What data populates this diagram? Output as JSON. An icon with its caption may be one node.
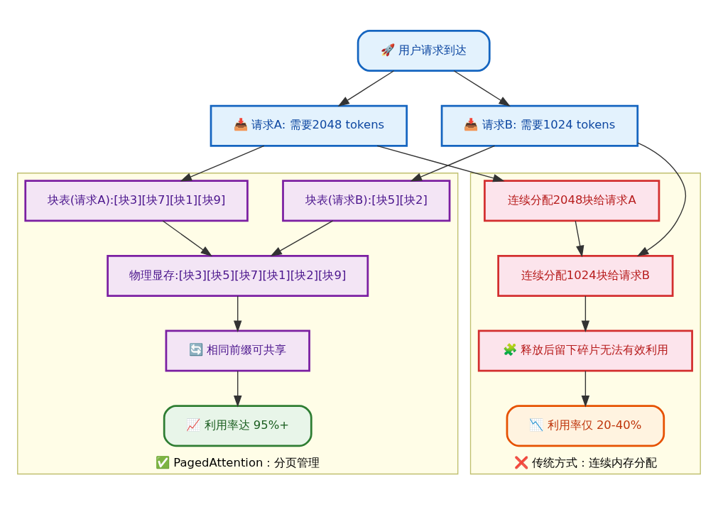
{
  "diagram": {
    "nodes": [
      {
        "text": [
          "🚀 用户请求到达"
        ]
      },
      {
        "text": [
          "📥 请求A: 需要2048 tokens"
        ]
      },
      {
        "text": [
          "📥 请求B: 需要1024 tokens"
        ]
      },
      {
        "text": [
          "✅ PagedAttention：分页管理"
        ]
      },
      {
        "text": [
          "块表(请求A):[块3][块7][块1][块9]"
        ],
        "in": 3
      },
      {
        "text": [
          "块表(请求B):[块5][块2]"
        ],
        "in": 3
      },
      {
        "text": [
          "物理显存:[块3][块5][块7][块1][块2][块9]"
        ],
        "in": 3
      },
      {
        "text": [
          "🔄 相同前缀可共享"
        ],
        "in": 3
      },
      {
        "text": [
          "📈 利用率达 95%+"
        ],
        "in": 3
      },
      {
        "text": [
          "❌ 传统方式：连续内存分配"
        ]
      },
      {
        "text": [
          "连续分配2048块给请求A"
        ],
        "in": 9
      },
      {
        "text": [
          "连续分配1024块给请求B"
        ],
        "in": 9
      },
      {
        "text": [
          "🧩 释放后留下碎片无法有效利用"
        ],
        "in": 9
      },
      {
        "text": [
          "📉 利用率仅 20-40%"
        ],
        "in": 9
      }
    ],
    "edges": [
      {
        "from": 0,
        "to": 1,
        "arrow": "to"
      },
      {
        "from": 0,
        "to": 2,
        "arrow": "to"
      },
      {
        "from": 1,
        "to": 4,
        "arrow": "to"
      },
      {
        "from": 2,
        "to": 5,
        "arrow": "to"
      },
      {
        "from": 1,
        "to": 10,
        "arrow": "to"
      },
      {
        "from": 2,
        "to": 11,
        "arrow": "to"
      },
      {
        "from": 4,
        "to": 6,
        "arrow": "to"
      },
      {
        "from": 5,
        "to": 6,
        "arrow": "to"
      },
      {
        "from": 6,
        "to": 7,
        "arrow": "to"
      },
      {
        "from": 7,
        "to": 8,
        "arrow": "to"
      },
      {
        "from": 10,
        "to": 11,
        "arrow": "to"
      },
      {
        "from": 11,
        "to": 12,
        "arrow": "to"
      },
      {
        "from": 12,
        "to": 13,
        "arrow": "to"
      }
    ]
  }
}
